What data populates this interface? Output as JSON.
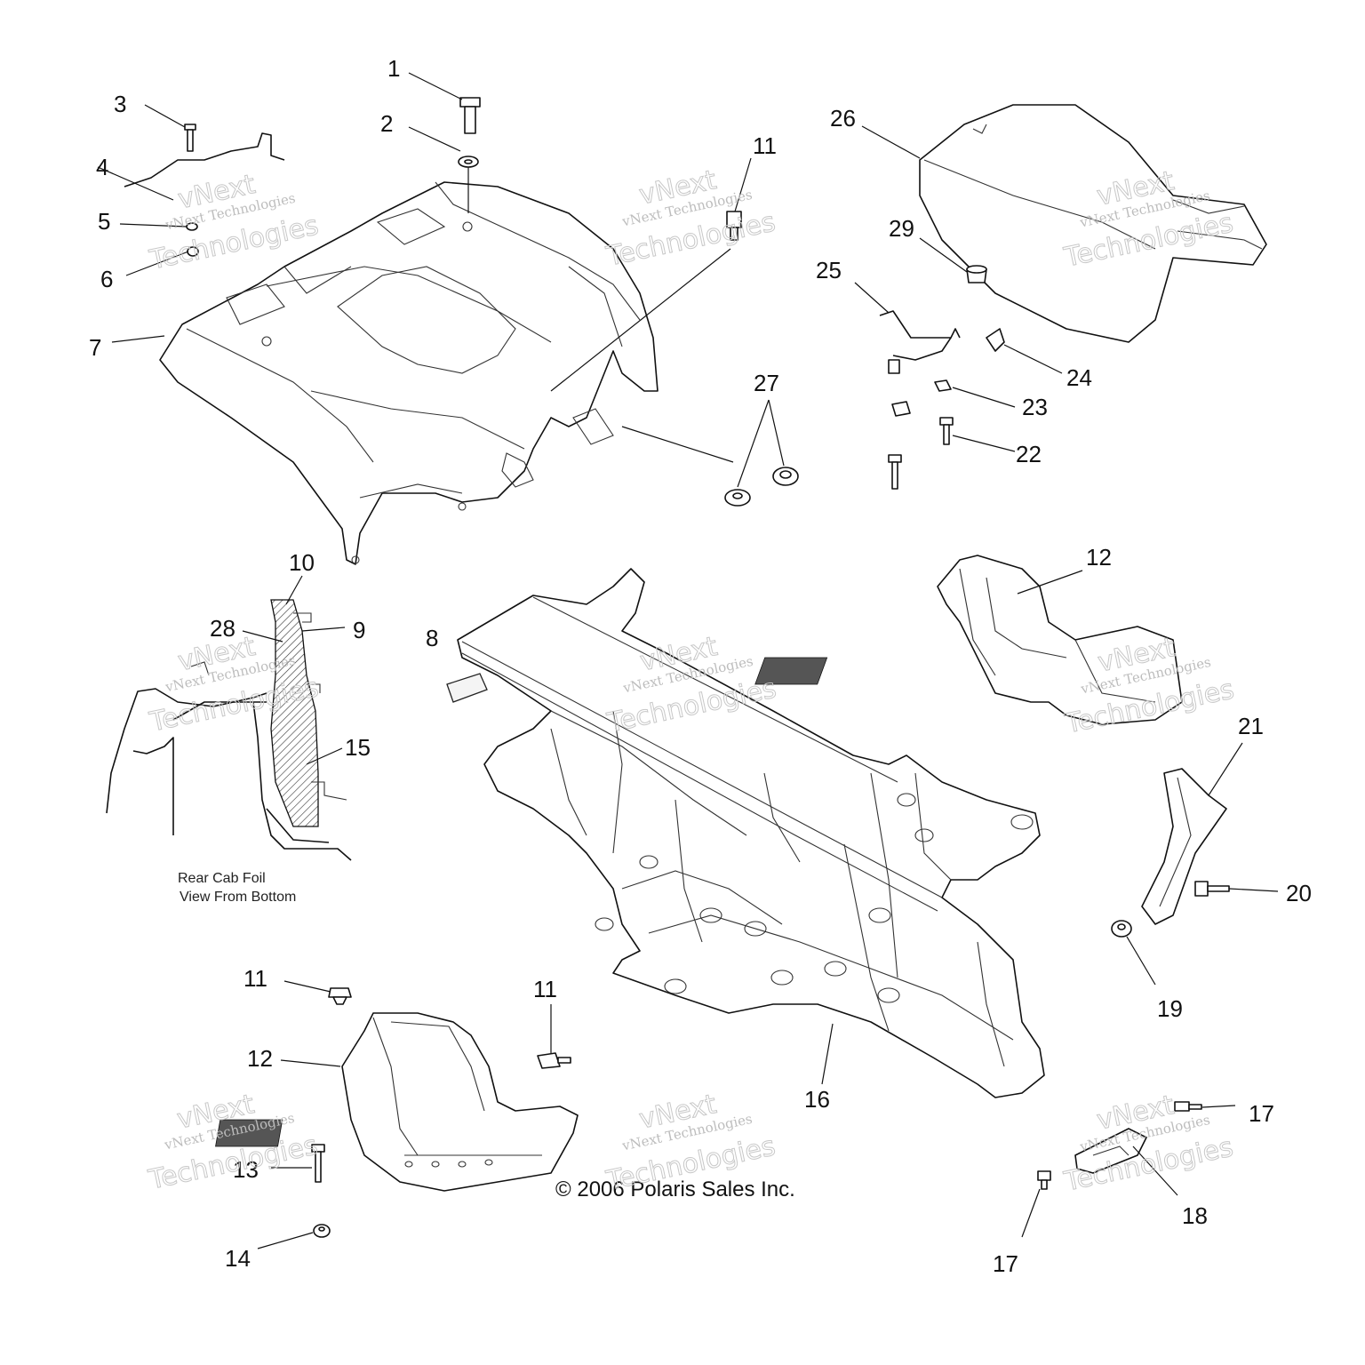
{
  "callouts": {
    "c1": "1",
    "c2": "2",
    "c3": "3",
    "c4": "4",
    "c5": "5",
    "c6": "6",
    "c7": "7",
    "c8": "8",
    "c9": "9",
    "c10": "10",
    "c11": "11",
    "c12": "12",
    "c13": "13",
    "c14": "14",
    "c15": "15",
    "c16": "16",
    "c17": "17",
    "c18": "18",
    "c19": "19",
    "c20": "20",
    "c21": "21",
    "c22": "22",
    "c23": "23",
    "c24": "24",
    "c25": "25",
    "c26": "26",
    "c27": "27",
    "c28": "28",
    "c29": "29"
  },
  "inset_caption": {
    "line1": "Rear Cab Foil",
    "line2": "View From Bottom"
  },
  "copyright": "© 2006 Polaris Sales Inc.",
  "watermark": {
    "line1": "vNext",
    "line2": "vNext Technologies",
    "line3": "Technologies"
  }
}
